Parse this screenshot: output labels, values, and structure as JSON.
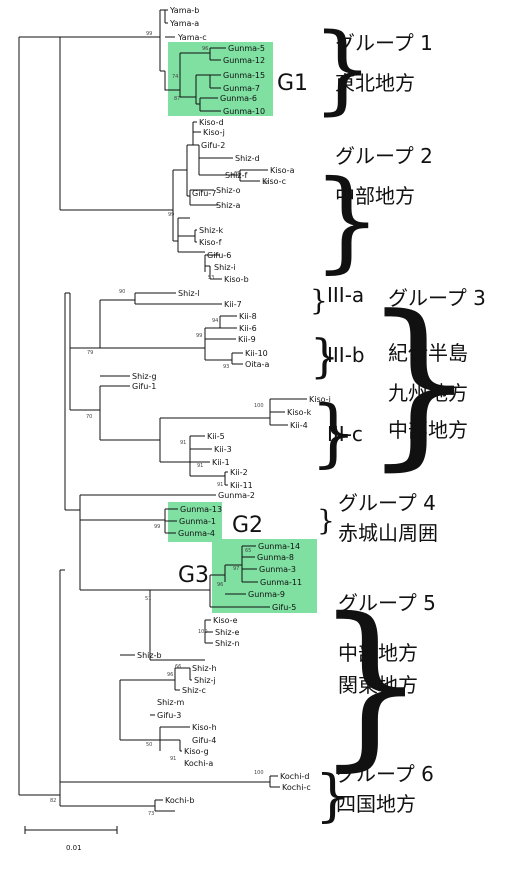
{
  "chart_data": {
    "type": "phylogenetic_tree",
    "scale_bar": "0.01",
    "taxa": [
      "Yama-b",
      "Yama-a",
      "Yama-c",
      "Gunma-5",
      "Gunma-12",
      "Gunma-15",
      "Gunma-7",
      "Gunma-6",
      "Gunma-10",
      "Kiso-d",
      "Kiso-j",
      "Gifu-2",
      "Shiz-d",
      "Kiso-a",
      "Kiso-c",
      "Shiz-f",
      "Gifu-7",
      "Shiz-o",
      "Shiz-a",
      "Shiz-k",
      "Kiso-f",
      "Gifu-6",
      "Kiso-b",
      "Shiz-i",
      "Shiz-l",
      "Kii-7",
      "Kii-8",
      "Kii-6",
      "Kii-9",
      "Kii-10",
      "Oita-a",
      "Shiz-g",
      "Gifu-1",
      "Kiso-i",
      "Kiso-k",
      "Kii-4",
      "Kii-5",
      "Kii-3",
      "Kii-1",
      "Kii-2",
      "Kii-11",
      "Gunma-2",
      "Gunma-13",
      "Gunma-1",
      "Gunma-4",
      "Gunma-14",
      "Gunma-8",
      "Gunma-3",
      "Gunma-11",
      "Gunma-9",
      "Gifu-5",
      "Kiso-e",
      "Shiz-e",
      "Shiz-n",
      "Shiz-b",
      "Shiz-h",
      "Shiz-j",
      "Shiz-c",
      "Shiz-m",
      "Gifu-3",
      "Kiso-h",
      "Gifu-4",
      "Kiso-g",
      "Kochi-a",
      "Kochi-d",
      "Kochi-c",
      "Kochi-b"
    ],
    "bootstrap_values": [
      "99",
      "96",
      "74",
      "87",
      "65",
      "98",
      "99",
      "53",
      "90",
      "94",
      "99",
      "79",
      "93",
      "70",
      "100",
      "91",
      "91",
      "91",
      "99",
      "65",
      "97",
      "96",
      "51",
      "100",
      "66",
      "96",
      "50",
      "91",
      "100",
      "82",
      "73"
    ],
    "highlight_groups": [
      "G1",
      "G2",
      "G3"
    ],
    "groups": [
      {
        "name": "グループ 1",
        "region": "東北地方"
      },
      {
        "name": "グループ 2",
        "region": "中部地方"
      },
      {
        "name": "グループ 3",
        "subgroups": [
          "III-a",
          "III-b",
          "III-c"
        ],
        "region_lines": [
          "紀伊半島",
          "九州地方",
          "中部地方"
        ]
      },
      {
        "name": "グループ 4",
        "region": "赤城山周囲"
      },
      {
        "name": "グループ 5",
        "region_lines": [
          "中部地方",
          "関東地方"
        ]
      },
      {
        "name": "グループ 6",
        "region": "四国地方"
      }
    ],
    "highlight_color": "#7fe0a2"
  }
}
